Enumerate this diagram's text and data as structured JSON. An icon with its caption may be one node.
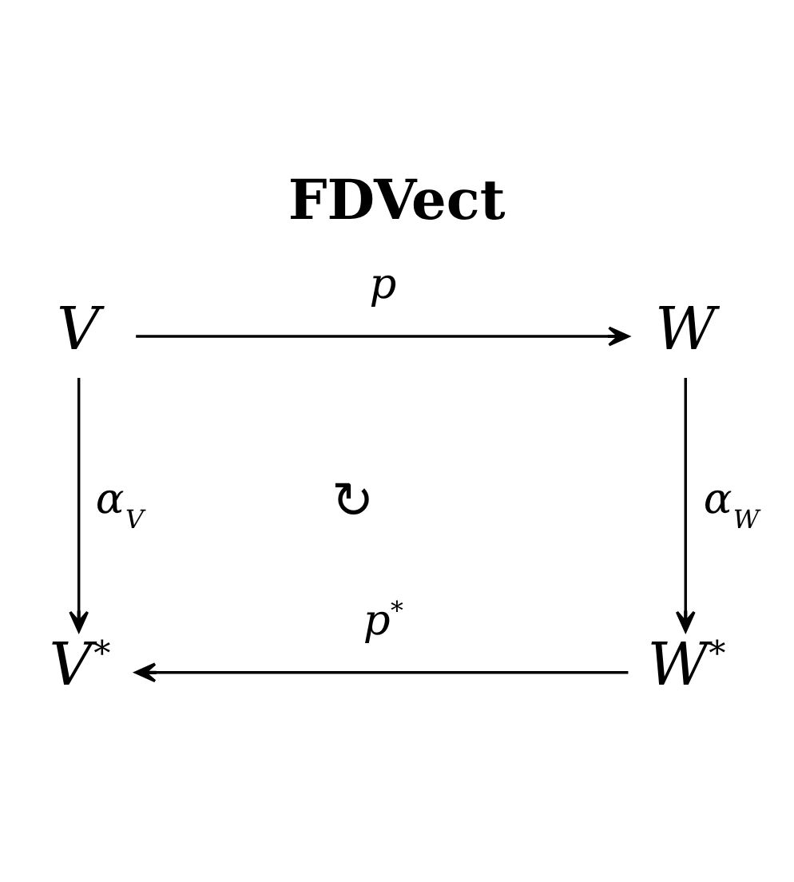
{
  "diagram": {
    "title": "FDVect",
    "nodes": [
      {
        "text": [
          "V"
        ]
      },
      {
        "text": [
          "W"
        ]
      },
      {
        "text": [
          "V$^{*}$"
        ]
      },
      {
        "text": [
          "W$^{*}$"
        ]
      }
    ],
    "edges": [
      {
        "from": 0,
        "to": 1,
        "arrow": "to",
        "label": "p"
      },
      {
        "from": 0,
        "to": 2,
        "arrow": "to",
        "label": "α$_{V}$"
      },
      {
        "from": 1,
        "to": 3,
        "arrow": "to",
        "label": "α$_{W}$"
      },
      {
        "from": 3,
        "to": 2,
        "arrow": "to",
        "label": "p$^{*}$"
      }
    ],
    "labels": [
      "↻"
    ]
  }
}
